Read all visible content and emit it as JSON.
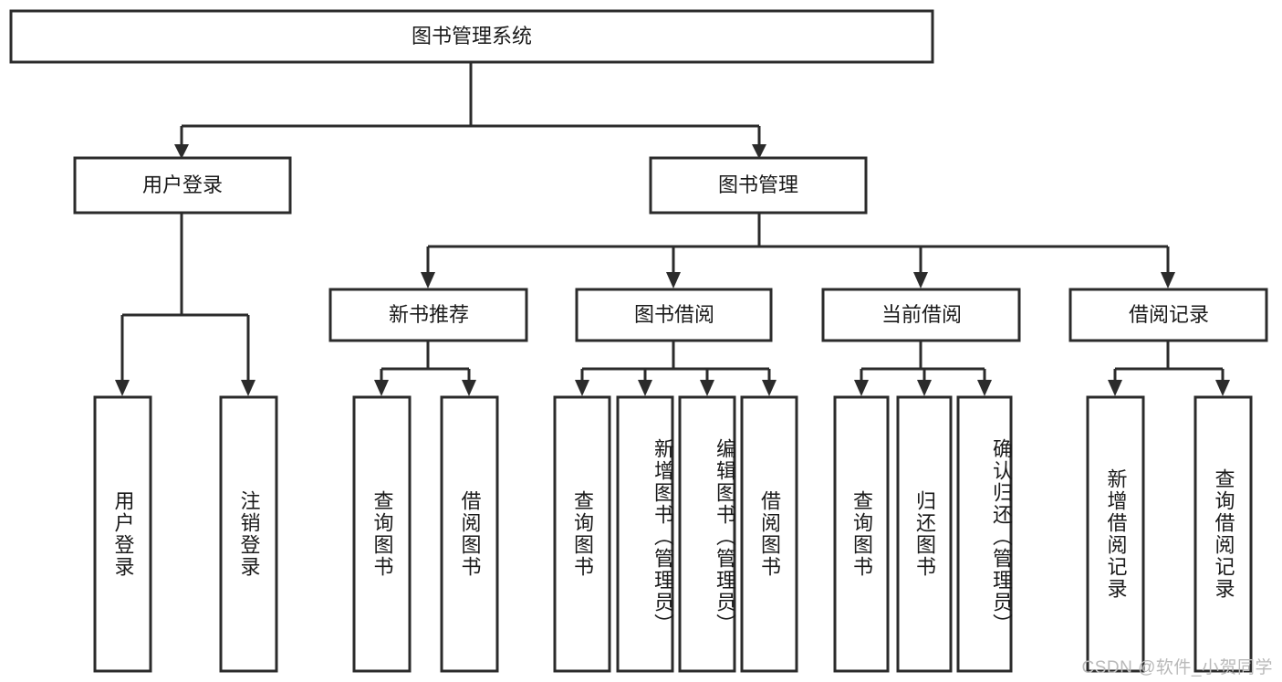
{
  "diagram": {
    "type": "tree",
    "title": "图书管理系统",
    "watermark": "CSDN @软件_小贺同学",
    "colors": {
      "box_stroke": "#2b2b2b",
      "box_fill": "#ffffff",
      "text": "#1a1a1a",
      "connector": "#2b2b2b",
      "watermark": "#b9b9b9",
      "background": "#ffffff"
    },
    "nodes": {
      "root": {
        "label": "图书管理系统"
      },
      "level1": [
        {
          "label": "用户登录"
        },
        {
          "label": "图书管理"
        }
      ],
      "level2": [
        {
          "label": "新书推荐"
        },
        {
          "label": "图书借阅"
        },
        {
          "label": "当前借阅"
        },
        {
          "label": "借阅记录"
        }
      ],
      "leaves_user_login": [
        {
          "label": "用户登录"
        },
        {
          "label": "注销登录"
        }
      ],
      "leaves_new_books": [
        {
          "label": "查询图书"
        },
        {
          "label": "借阅图书"
        }
      ],
      "leaves_book_borrow": [
        {
          "label": "查询图书"
        },
        {
          "label": "新增图书（管理员）"
        },
        {
          "label": "编辑图书（管理员）"
        },
        {
          "label": "借阅图书"
        }
      ],
      "leaves_current_borrow": [
        {
          "label": "查询图书"
        },
        {
          "label": "归还图书"
        },
        {
          "label": "确认归还（管理员）"
        }
      ],
      "leaves_borrow_records": [
        {
          "label": "新增借阅记录"
        },
        {
          "label": "查询借阅记录"
        }
      ]
    }
  }
}
